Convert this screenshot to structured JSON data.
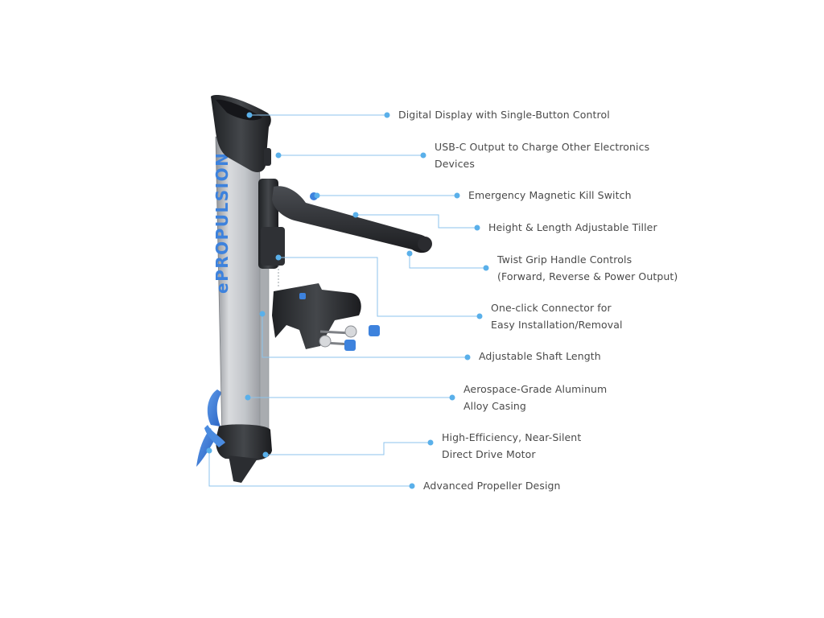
{
  "brand": {
    "shaft_text": "ePROPULSION"
  },
  "colors": {
    "accent_blue": "#3d82dd",
    "leader_line": "#8cc3ec",
    "dot": "#5ab0ea",
    "text": "#4a4a4a",
    "body_gray": "#b9bcc0",
    "dark_plastic": "#2e3033"
  },
  "callouts": [
    {
      "lines": [
        "Digital Display with Single-Button Control"
      ]
    },
    {
      "lines": [
        "USB-C Output to Charge Other Electronics",
        "Devices"
      ]
    },
    {
      "lines": [
        "Emergency Magnetic Kill Switch"
      ]
    },
    {
      "lines": [
        "Height & Length Adjustable Tiller"
      ]
    },
    {
      "lines": [
        "Twist Grip Handle Controls",
        "(Forward, Reverse & Power Output)"
      ]
    },
    {
      "lines": [
        "One-click Connector for",
        "Easy Installation/Removal"
      ]
    },
    {
      "lines": [
        "Adjustable Shaft Length"
      ]
    },
    {
      "lines": [
        "Aerospace-Grade Aluminum",
        "Alloy Casing"
      ]
    },
    {
      "lines": [
        "High-Efficiency, Near-Silent",
        "Direct Drive Motor"
      ]
    },
    {
      "lines": [
        "Advanced Propeller Design"
      ]
    }
  ]
}
